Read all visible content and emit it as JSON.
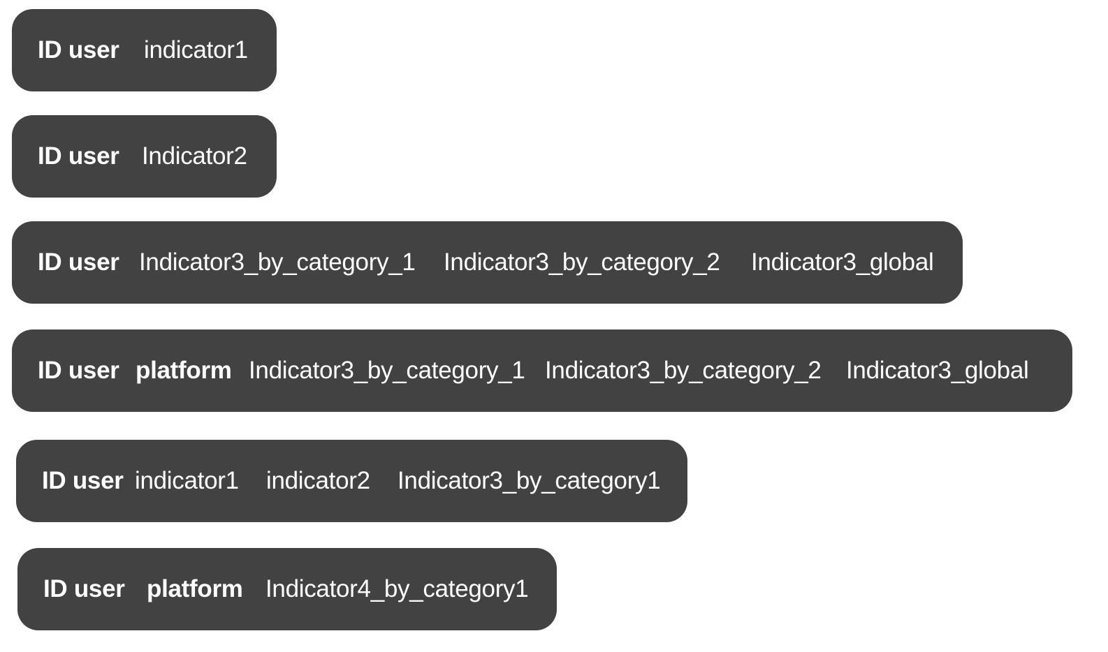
{
  "rows": [
    {
      "cells": [
        {
          "text": "ID user",
          "bold": true
        },
        {
          "text": "indicator1",
          "bold": false
        }
      ]
    },
    {
      "cells": [
        {
          "text": "ID user",
          "bold": true
        },
        {
          "text": "Indicator2",
          "bold": false
        }
      ]
    },
    {
      "cells": [
        {
          "text": "ID user",
          "bold": true
        },
        {
          "text": "Indicator3_by_category_1",
          "bold": false
        },
        {
          "text": "Indicator3_by_category_2",
          "bold": false
        },
        {
          "text": "Indicator3_global",
          "bold": false
        }
      ]
    },
    {
      "cells": [
        {
          "text": "ID user",
          "bold": true
        },
        {
          "text": "platform",
          "bold": true
        },
        {
          "text": "Indicator3_by_category_1",
          "bold": false
        },
        {
          "text": "Indicator3_by_category_2",
          "bold": false
        },
        {
          "text": "Indicator3_global",
          "bold": false
        }
      ]
    },
    {
      "cells": [
        {
          "text": "ID user",
          "bold": true
        },
        {
          "text": "indicator1",
          "bold": false
        },
        {
          "text": "indicator2",
          "bold": false
        },
        {
          "text": "Indicator3_by_category1",
          "bold": false
        }
      ]
    },
    {
      "cells": [
        {
          "text": "ID user",
          "bold": true
        },
        {
          "text": "platform",
          "bold": true
        },
        {
          "text": "Indicator4_by_category1",
          "bold": false
        }
      ]
    }
  ],
  "colors": {
    "row_background": "#424242",
    "text": "#ffffff",
    "page_background": "#ffffff"
  }
}
